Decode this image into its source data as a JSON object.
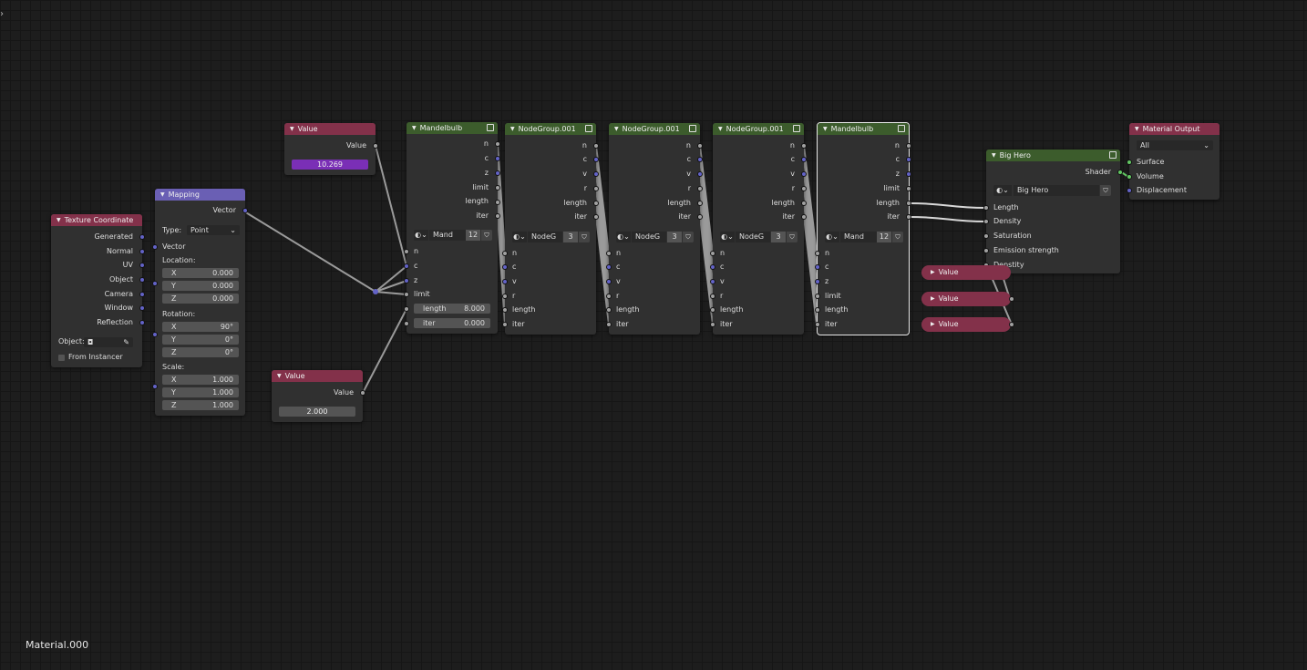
{
  "material_name": "Material.000",
  "colors": {
    "header_input": "#83314a",
    "header_group": "#3c5c2c",
    "header_vector": "#6a5fb4",
    "socket_vector": "#6363c7",
    "socket_float": "#a1a1a1",
    "socket_shader": "#63c763"
  },
  "nodes": {
    "texcoord": {
      "title": "Texture Coordinate",
      "outputs": [
        "Generated",
        "Normal",
        "UV",
        "Object",
        "Camera",
        "Window",
        "Reflection"
      ],
      "object_label": "Object:",
      "from_instancer": "From Instancer"
    },
    "mapping": {
      "title": "Mapping",
      "output": "Vector",
      "type_label": "Type:",
      "type_value": "Point",
      "input": "Vector",
      "location_label": "Location:",
      "location": {
        "x_label": "X",
        "x": "0.000",
        "y_label": "Y",
        "y": "0.000",
        "z_label": "Z",
        "z": "0.000"
      },
      "rotation_label": "Rotation:",
      "rotation": {
        "x_label": "X",
        "x": "90°",
        "y_label": "Y",
        "y": "0°",
        "z_label": "Z",
        "z": "0°"
      },
      "scale_label": "Scale:",
      "scale": {
        "x_label": "X",
        "x": "1.000",
        "y_label": "Y",
        "y": "1.000",
        "z_label": "Z",
        "z": "1.000"
      }
    },
    "value1": {
      "title": "Value",
      "output": "Value",
      "value": "10.269"
    },
    "value2": {
      "title": "Value",
      "output": "Value",
      "value": "2.000"
    },
    "mandel1": {
      "title": "Mandelbulb",
      "outputs": [
        "n",
        "c",
        "z",
        "limit",
        "length",
        "iter"
      ],
      "group_name": "Mand",
      "users": "12",
      "inputs": [
        "n",
        "c",
        "z",
        "limit"
      ],
      "length_label": "length",
      "length_value": "8.000",
      "iter_label": "iter",
      "iter_value": "0.000"
    },
    "ng1": {
      "title": "NodeGroup.001",
      "outputs": [
        "n",
        "c",
        "v",
        "r",
        "length",
        "iter"
      ],
      "group_name": "NodeG",
      "users": "3",
      "inputs": [
        "n",
        "c",
        "v",
        "r",
        "length",
        "iter"
      ]
    },
    "ng2": {
      "title": "NodeGroup.001",
      "outputs": [
        "n",
        "c",
        "v",
        "r",
        "length",
        "iter"
      ],
      "group_name": "NodeG",
      "users": "3",
      "inputs": [
        "n",
        "c",
        "v",
        "r",
        "length",
        "iter"
      ]
    },
    "ng3": {
      "title": "NodeGroup.001",
      "outputs": [
        "n",
        "c",
        "v",
        "r",
        "length",
        "iter"
      ],
      "group_name": "NodeG",
      "users": "3",
      "inputs": [
        "n",
        "c",
        "v",
        "r",
        "length",
        "iter"
      ]
    },
    "mandel2": {
      "title": "Mandelbulb",
      "outputs": [
        "n",
        "c",
        "z",
        "limit",
        "length",
        "iter"
      ],
      "group_name": "Mand",
      "users": "12",
      "inputs": [
        "n",
        "c",
        "z",
        "limit",
        "length",
        "iter"
      ]
    },
    "bighero": {
      "title": "Big Hero",
      "output": "Shader",
      "group_name": "Big Hero",
      "inputs": [
        "Length",
        "Density",
        "Saturation",
        "Emission strength",
        "Denstity"
      ]
    },
    "collapsed_values": [
      "Value",
      "Value",
      "Value"
    ],
    "material_output": {
      "title": "Material Output",
      "target": "All",
      "inputs": [
        "Surface",
        "Volume",
        "Displacement"
      ]
    }
  }
}
